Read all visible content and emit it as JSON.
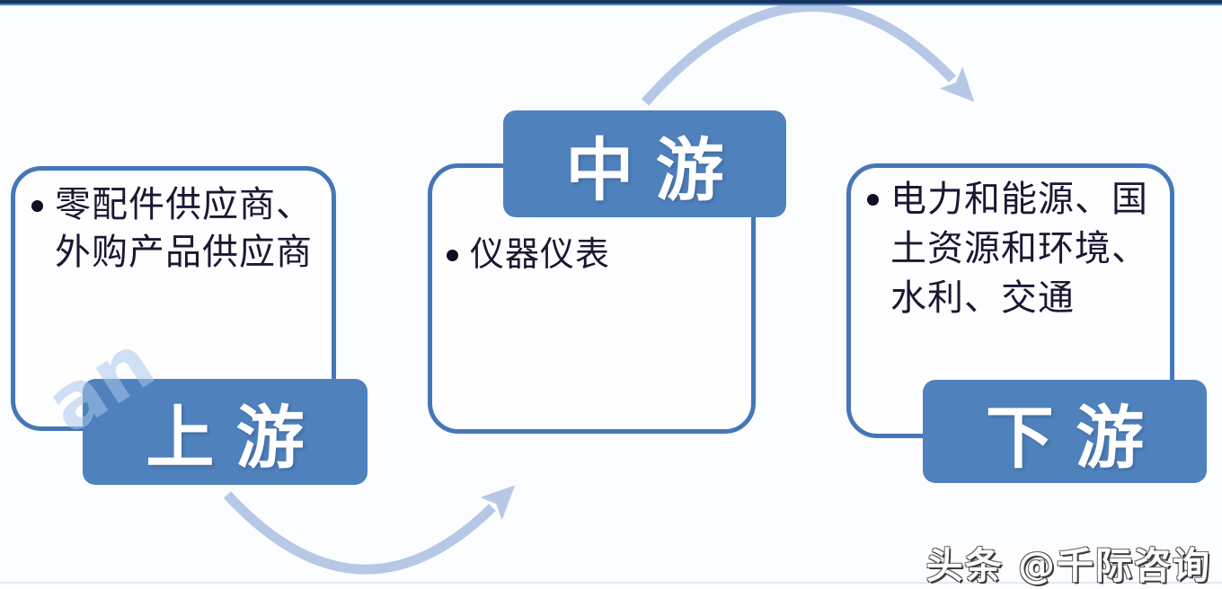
{
  "colors": {
    "accent_blue": "#4f81bd",
    "box_outline_blue": "#4577b8",
    "arrow_light_blue": "#b6c8e6",
    "top_border_dark_navy": "#17365d",
    "bullet_text": "#1b1733",
    "label_text": "#ffffff",
    "background": "#fcfdff"
  },
  "diagram": {
    "stages": [
      {
        "id": "upstream",
        "label": "上游",
        "label_position": "bottom-left",
        "bullet_text": "零配件供应商、外购产品供应商",
        "lines": [
          "零配件供应商、",
          "外购产品供应商"
        ]
      },
      {
        "id": "midstream",
        "label": "中游",
        "label_position": "top",
        "bullet_text": "仪器仪表",
        "lines": [
          "仪器仪表"
        ]
      },
      {
        "id": "downstream",
        "label": "下游",
        "label_position": "bottom-right",
        "bullet_text": "电力和能源、国土资源和环境、水利、交通",
        "lines": [
          "电力和能源、国",
          "土资源和环境、",
          "水利、交通"
        ]
      }
    ],
    "arrows": [
      {
        "id": "upstream-to-midstream",
        "from": "上游",
        "to": "中游"
      },
      {
        "id": "midstream-to-downstream",
        "from": "中游",
        "to": "下游"
      }
    ]
  },
  "watermarks": {
    "toutiao": "头条 @千际咨询",
    "diagonal_fragment": "an"
  }
}
